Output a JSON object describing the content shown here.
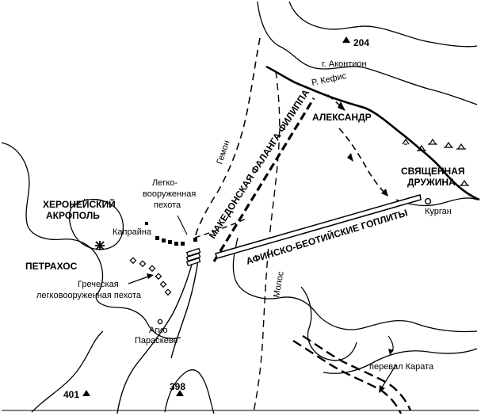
{
  "labels": {
    "height_204": "204",
    "akontion": "г. Аконтион",
    "kefis": "Р. Кефис",
    "alexander": "АЛЕКСАНДР",
    "sacred_band_1": "СВЯЩЕННАЯ",
    "sacred_band_2": "ДРУЖИНА",
    "kurgan": "Курган",
    "gemon": "Гемон",
    "phalanx": "МАКЕДОНСКАЯ ФАЛАНГА ФИЛИППА",
    "hoplites": "АФИНСКО-БЕОТИЙСКИЕ ГОПЛИТЫ",
    "light_inf_1": "Легко-",
    "light_inf_2": "вооруженная",
    "light_inf_3": "пехота",
    "kapraina": "Капрайна",
    "acropolis_1": "ХЕРОНЕЙСКИЙ",
    "acropolis_2": "АКРОПОЛЬ",
    "petrachos": "ПЕТРАХОС",
    "greek_light_1": "Греческая",
    "greek_light_2": "легковооруженная пехота",
    "agio_1": "Агио",
    "agio_2": "Параскеве",
    "molos": "Молос",
    "pass": "перевал Карата",
    "height_401": "401",
    "height_398": "398"
  },
  "colors": {
    "ink": "#000000",
    "background": "#ffffff"
  }
}
